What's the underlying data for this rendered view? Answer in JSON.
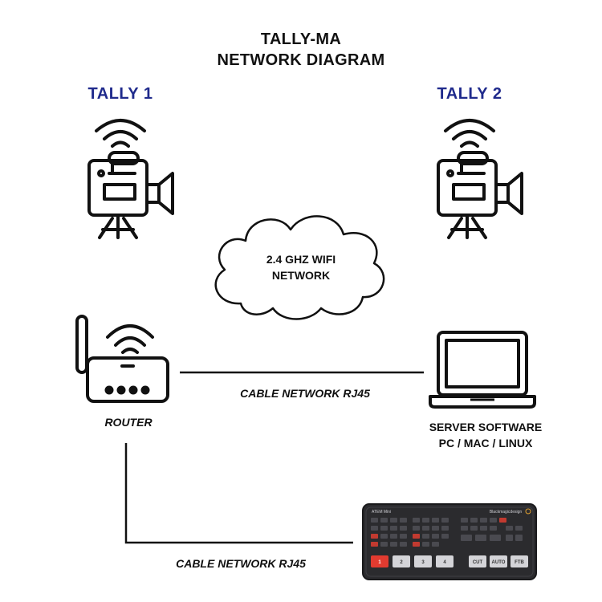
{
  "title": {
    "line1": "TALLY-MA",
    "line2": "NETWORK DIAGRAM"
  },
  "nodes": {
    "tally1": {
      "label": "TALLY 1",
      "icon": "video-camera-icon"
    },
    "tally2": {
      "label": "TALLY 2",
      "icon": "video-camera-icon"
    },
    "cloud": {
      "line1": "2.4 GHZ WIFI",
      "line2": "NETWORK",
      "icon": "cloud-icon"
    },
    "router": {
      "label": "ROUTER",
      "icon": "wifi-router-icon"
    },
    "server": {
      "line1": "SERVER SOFTWARE",
      "line2": "PC / MAC / LINUX",
      "icon": "laptop-icon"
    },
    "switcher": {
      "model": "ATEM Mini",
      "brand": "Blackmagicdesign",
      "buttons": [
        "1",
        "2",
        "3",
        "4",
        "CUT",
        "AUTO",
        "FTB"
      ],
      "icon": "video-switcher-icon"
    }
  },
  "links": {
    "router_server": {
      "label": "CABLE NETWORK RJ45"
    },
    "router_switcher": {
      "label": "CABLE NETWORK RJ45"
    }
  },
  "colors": {
    "tally_label": "#1f2a8c",
    "line": "#111111",
    "switcher_body": "#2b2b2e",
    "switcher_red": "#e23b30"
  }
}
